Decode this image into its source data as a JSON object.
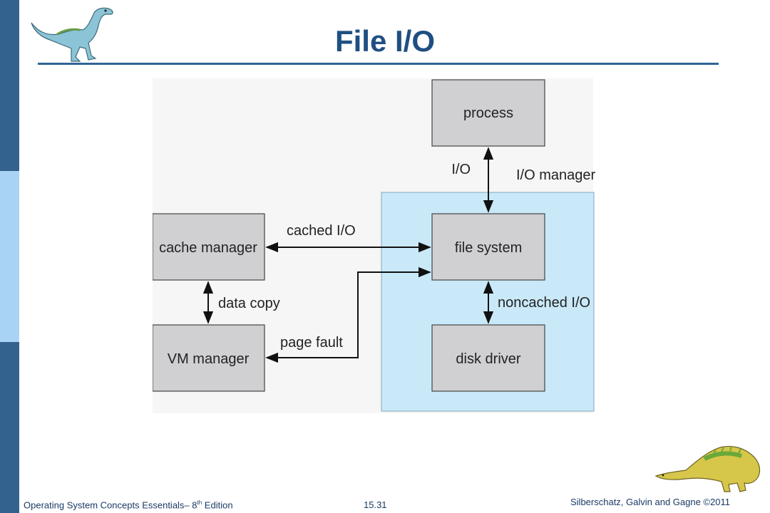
{
  "slide": {
    "title": "File I/O",
    "footer_left_pre": "Operating System Concepts Essentials– 8",
    "footer_left_sup": "th",
    "footer_left_post": " Edition",
    "page_number": "15.31",
    "copyright": "Silberschatz, Galvin and Gagne ©2011"
  },
  "diagram": {
    "boxes": {
      "process": "process",
      "file_system": "file system",
      "disk_driver": "disk driver",
      "cache_manager": "cache manager",
      "vm_manager": "VM manager"
    },
    "labels": {
      "io": "I/O",
      "io_manager": "I/O manager",
      "cached_io": "cached I/O",
      "noncached_io": "noncached I/O",
      "data_copy": "data copy",
      "page_fault": "page fault"
    }
  },
  "colors": {
    "sidebar_dark": "#33628f",
    "sidebar_light": "#a9d3f4",
    "title": "#1f4f82",
    "io_manager_region": "#c9e9f9",
    "box_fill": "#d0d0d2"
  }
}
